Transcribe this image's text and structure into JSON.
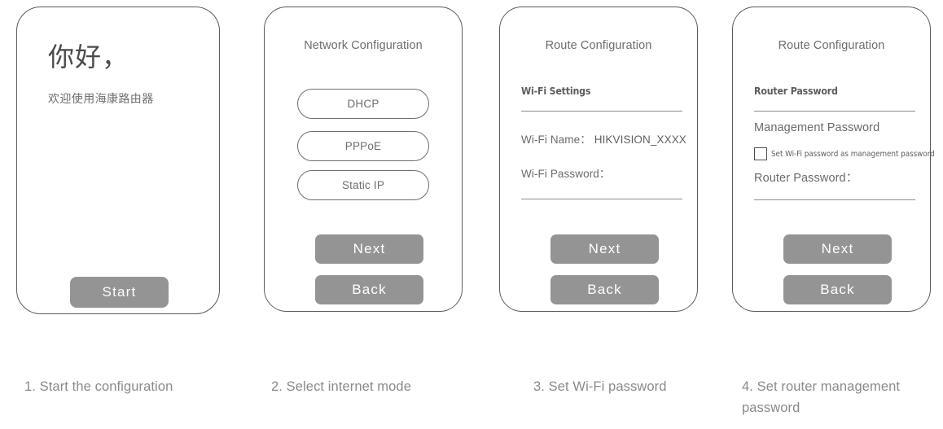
{
  "panels": [
    {
      "id": "welcome",
      "greeting": "你好，",
      "subgreeting": "欢迎使用海康路由器",
      "start_label": "Start"
    },
    {
      "id": "network-configuration",
      "title": "Network Configuration",
      "options": [
        {
          "label": "DHCP"
        },
        {
          "label": "PPPoE"
        },
        {
          "label": "Static IP"
        }
      ],
      "next_label": "Next",
      "back_label": "Back"
    },
    {
      "id": "wifi-configuration",
      "title": "Route Configuration",
      "section_heading": "Wi-Fi Settings",
      "wifi_name_label": "Wi-Fi Name：",
      "wifi_name_value": "HIKVISION_XXXX",
      "wifi_password_label": "Wi-Fi Password：",
      "next_label": "Next",
      "back_label": "Back"
    },
    {
      "id": "router-password-configuration",
      "title": "Route Configuration",
      "section_heading": "Router Password",
      "management_password_label": "Management Password",
      "checkbox_label": "Set Wi-Fi password as management password",
      "checkbox_checked": false,
      "router_password_label": "Router Password：",
      "next_label": "Next",
      "back_label": "Back"
    }
  ],
  "captions": [
    "1. Start the configuration",
    "2. Select internet mode",
    "3. Set Wi-Fi password",
    "4. Set router management password"
  ],
  "colors": {
    "button_grey": "#949494",
    "outline": "#5a5a5a",
    "text_grey": "#6b6b6b",
    "caption_grey": "#8a8a8a"
  }
}
